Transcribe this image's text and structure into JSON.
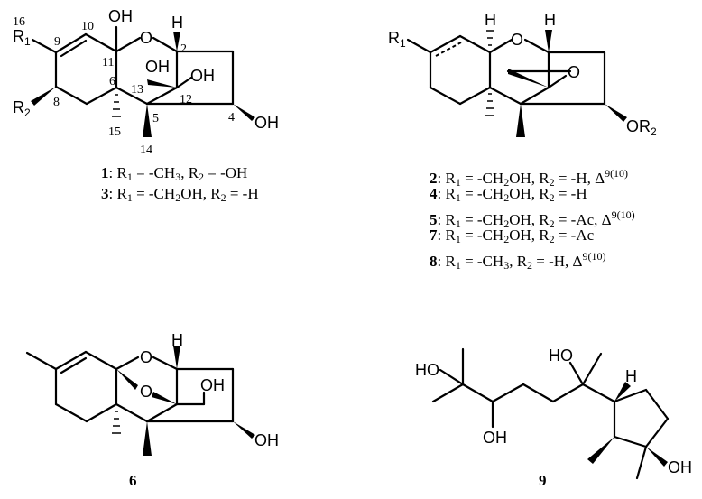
{
  "figure": {
    "structures": [
      {
        "id": "1,3",
        "atom_labels": [
          "OH",
          "H",
          "O",
          "OH",
          "OH",
          "OH",
          "R1",
          "R2"
        ],
        "numbering": [
          "16",
          "10",
          "9",
          "11",
          "2",
          "13",
          "12",
          "6",
          "8",
          "5",
          "4",
          "15",
          "14"
        ],
        "captions": [
          {
            "compound": "1",
            "r1": "-CH3",
            "r2": "-OH",
            "extra": ""
          },
          {
            "compound": "3",
            "r1": "-CH2OH",
            "r2": "-H",
            "extra": ""
          }
        ]
      },
      {
        "id": "2,4,5,7,8",
        "atom_labels": [
          "H",
          "H",
          "O",
          "O",
          "R1",
          "OR2"
        ],
        "captions": [
          {
            "compound": "2",
            "r1": "-CH2OH",
            "r2": "-H",
            "extra": "Δ9(10)"
          },
          {
            "compound": "4",
            "r1": "-CH2OH",
            "r2": "-H",
            "extra": ""
          },
          {
            "compound": "5",
            "r1": "-CH2OH",
            "r2": "-Ac",
            "extra": "Δ9(10)"
          },
          {
            "compound": "7",
            "r1": "-CH2OH",
            "r2": "-Ac",
            "extra": ""
          },
          {
            "compound": "8",
            "r1": "-CH3",
            "r2": "-H",
            "extra": "Δ9(10)"
          }
        ]
      },
      {
        "id": "6",
        "atom_labels": [
          "H",
          "O",
          "O",
          "OH",
          "OH"
        ],
        "label": "6"
      },
      {
        "id": "9",
        "atom_labels": [
          "HO",
          "HO",
          "H",
          "OH",
          "OH"
        ],
        "label": "9"
      }
    ]
  },
  "caption_text": {
    "c1": {
      "num": "1",
      "r1_pre": ": R",
      "r1_sub": "1",
      "mid1": " = -CH",
      "mid1_sub": "3",
      "mid2": ", R",
      "r2_sub": "2",
      "tail": " = -OH"
    },
    "c3": {
      "num": "3",
      "r1_pre": ": R",
      "r1_sub": "1",
      "mid1": " = -CH",
      "mid1_sub": "2",
      "mid1b": "OH",
      "mid2": ", R",
      "r2_sub": "2",
      "tail": " = -H"
    },
    "c2": {
      "num": "2",
      "tail": " = -H, Δ",
      "sup": "9(10)"
    },
    "c4": {
      "num": "4",
      "tail": " = -H"
    },
    "c5": {
      "num": "5",
      "tail": " = -Ac, Δ",
      "sup": "9(10)"
    },
    "c7": {
      "num": "7",
      "tail": " = -Ac"
    },
    "c8": {
      "num": "8",
      "tail": " = -H, Δ",
      "sup": "9(10)"
    },
    "l6": "6",
    "l9": "9"
  }
}
